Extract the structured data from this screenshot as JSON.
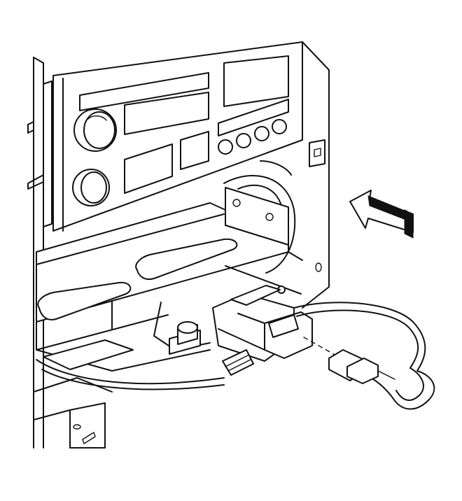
{
  "figure": {
    "kind": "line-art service illustration",
    "callouts": [],
    "colors": {
      "line": "#111111",
      "background": "#ffffff"
    },
    "icons": [
      "radio-faceplate",
      "mounting-bracket",
      "wiring-harness",
      "harness-connector",
      "direction-arrow-icon"
    ]
  }
}
